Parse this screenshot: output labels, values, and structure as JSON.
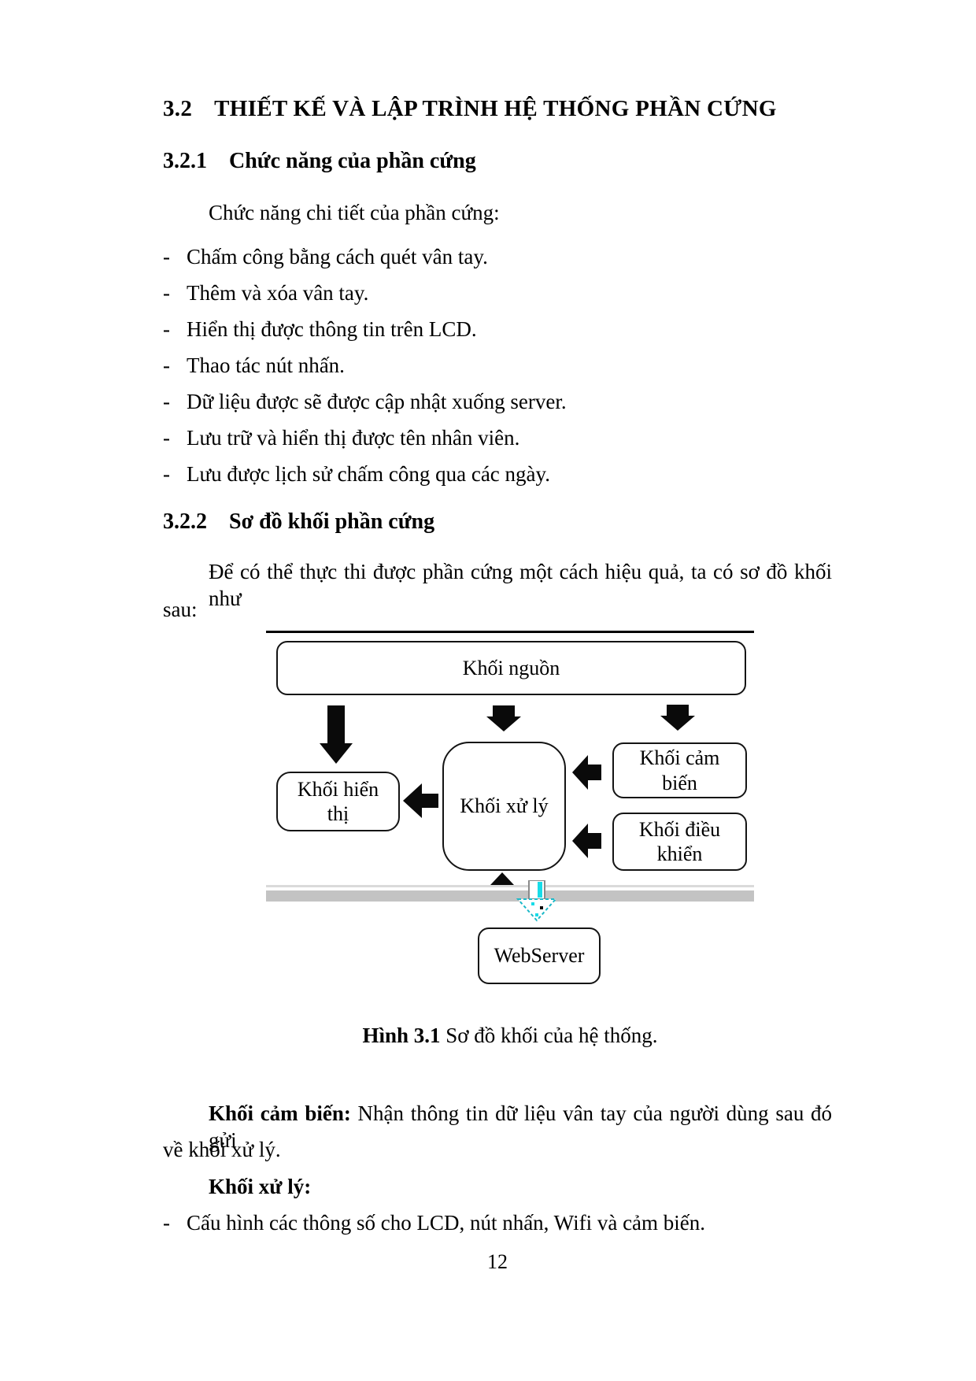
{
  "sections": {
    "s32": {
      "number": "3.2",
      "title": "THIẾT KẾ VÀ LẬP TRÌNH HỆ THỐNG PHẦN CỨNG"
    },
    "s321": {
      "number": "3.2.1",
      "title": "Chức năng của phần cứng"
    },
    "s322": {
      "number": "3.2.2",
      "title": "Sơ đồ khối phần cứng"
    }
  },
  "intro": "Chức năng chi tiết của phần cứng:",
  "bullet_char": "-",
  "functions": [
    "Chấm công bằng cách quét vân tay.",
    "Thêm và xóa vân tay.",
    "Hiển thị được thông tin trên LCD.",
    "Thao tác nút nhấn.",
    "Dữ liệu được sẽ được cập nhật xuống server.",
    "Lưu trữ và hiển thị được tên nhân viên.",
    "Lưu được lịch sử chấm công qua các ngày."
  ],
  "para322": {
    "line1": "Để có thể thực thi được phần cứng một cách hiệu quả, ta có sơ đồ khối như",
    "line2": "sau:"
  },
  "diagram": {
    "blocks": {
      "nguon": "Khối nguồn",
      "hienthi": "Khối hiển thị",
      "xuly": "Khối xử lý",
      "cambien": "Khối cảm biến",
      "dieukhien": "Khối điều khiển",
      "webserver": "WebServer"
    }
  },
  "caption": {
    "label": "Hình 3.1",
    "text": " Sơ đồ khối của hệ thống."
  },
  "desc_cambien": {
    "lead": "Khối cảm biến:",
    "line1_rest": " Nhận thông tin dữ liệu vân tay của người dùng sau đó gửi",
    "line2": "về khối xử lý."
  },
  "desc_xuly": {
    "heading": "Khối xử lý:",
    "item": "Cấu hình các thông số cho LCD, nút nhấn, Wifi và cảm biến."
  },
  "page_number": "12",
  "colors": {
    "bus_bar": "#c3c3c3",
    "bus_line": "#dadada",
    "link_arrow_cyan": "#18dce8",
    "arrow_black": "#0a0a0a"
  }
}
